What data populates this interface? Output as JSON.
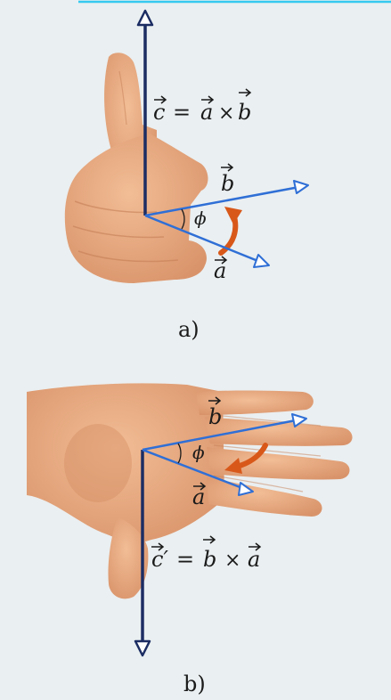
{
  "colors": {
    "background": "#eaeff1",
    "top_line": "#35c9f0",
    "skin": "#e8a87c",
    "skin_shadow": "#cf8a5e",
    "vector_blue": "#2f6fd6",
    "vector_navy": "#1c2d63",
    "rotation_arrow": "#d8581a"
  },
  "panel_a": {
    "caption": "a)",
    "equation": {
      "lhs": "c",
      "equals": "=",
      "op1": "a",
      "times": "×",
      "op2": "b"
    },
    "vector_b_label": "b",
    "vector_a_label": "a",
    "angle_label": "ϕ"
  },
  "panel_b": {
    "caption": "b)",
    "equation": {
      "lhs": "c′",
      "equals": "=",
      "op1": "b",
      "times": "×",
      "op2": "a"
    },
    "vector_b_label": "b",
    "vector_a_label": "a",
    "angle_label": "ϕ"
  }
}
